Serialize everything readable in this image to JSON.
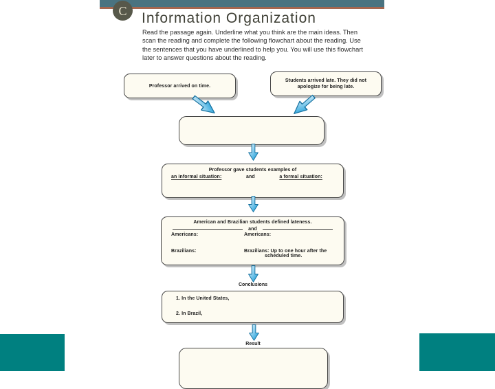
{
  "header": {
    "badge_letter": "C",
    "title": "Information Organization",
    "instructions": [
      "Read the passage again. Underline what you think are the main ideas. Then",
      "scan the reading and complete the following flowchart about the reading. Use",
      "the sentences that you have underlined to help you. You will use this flowchart",
      "later to answer questions about the reading."
    ]
  },
  "flowchart": {
    "cause_left": "Professor arrived on time.",
    "cause_right": [
      "Students arrived late. They did not",
      "apologize for being late."
    ],
    "examples_heading": "Professor gave students examples of",
    "examples_blank_left": "an informal situation:",
    "examples_and": "and",
    "examples_blank_right": "a formal situation:",
    "definitions_heading": "American and Brazilian students defined lateness.",
    "definitions_and": "and",
    "def_left_americans": "Americans:",
    "def_left_brazilians": "Brazilians:",
    "def_right_americans": "Americans:",
    "def_right_brazilians_line1": "Brazilians: Up to one hour after the",
    "def_right_brazilians_line2": "scheduled time.",
    "conclusions_label": "Conclusions",
    "conclusion_1": "1. In the United States,",
    "conclusion_2": "2. In Brazil,",
    "result_label": "Result"
  },
  "colors": {
    "top_bar": "#4a7380",
    "accent_rule": "#a5674f",
    "badge": "#57584a",
    "corner_blocks": "#008080",
    "box_fill": "#fdfbf1",
    "arrow_light": "#e2f3fc",
    "arrow_mid": "#8fd0ee",
    "arrow_dark": "#129ad8",
    "arrow_stroke": "#16719f"
  }
}
